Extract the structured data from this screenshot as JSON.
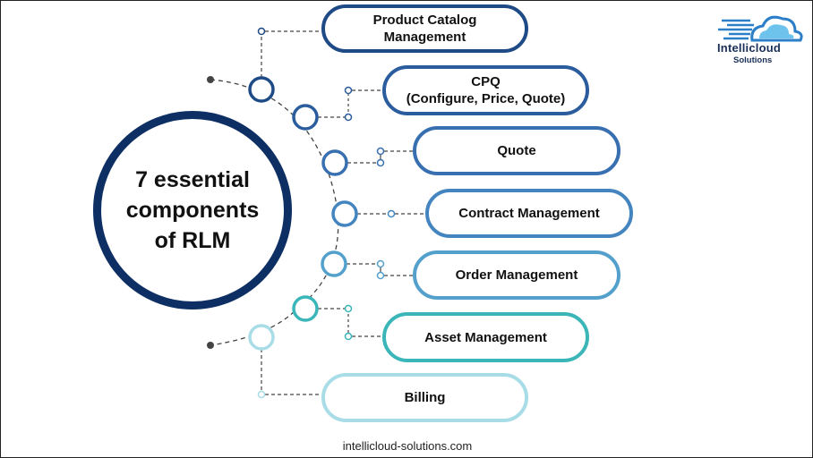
{
  "diagram": {
    "center": {
      "line1": "7 essential",
      "line2": "components",
      "line3": "of RLM"
    },
    "components": [
      {
        "line1": "Product Catalog",
        "line2": "Management",
        "color": "#1e4a86"
      },
      {
        "line1": "CPQ",
        "line2": "(Configure, Price, Quote)",
        "color": "#2a5c9e"
      },
      {
        "line1": "Quote",
        "line2": "",
        "color": "#376fb0"
      },
      {
        "line1": "Contract Management",
        "line2": "",
        "color": "#4485c0"
      },
      {
        "line1": "Order Management",
        "line2": "",
        "color": "#54a0cc"
      },
      {
        "line1": "Asset Management",
        "line2": "",
        "color": "#3ab5b8"
      },
      {
        "line1": "Billing",
        "line2": "",
        "color": "#a8dde8"
      }
    ]
  },
  "brand": {
    "name": "Intellicloud",
    "subtitle": "Solutions"
  },
  "footer": {
    "website": "intellicloud-solutions.com"
  }
}
